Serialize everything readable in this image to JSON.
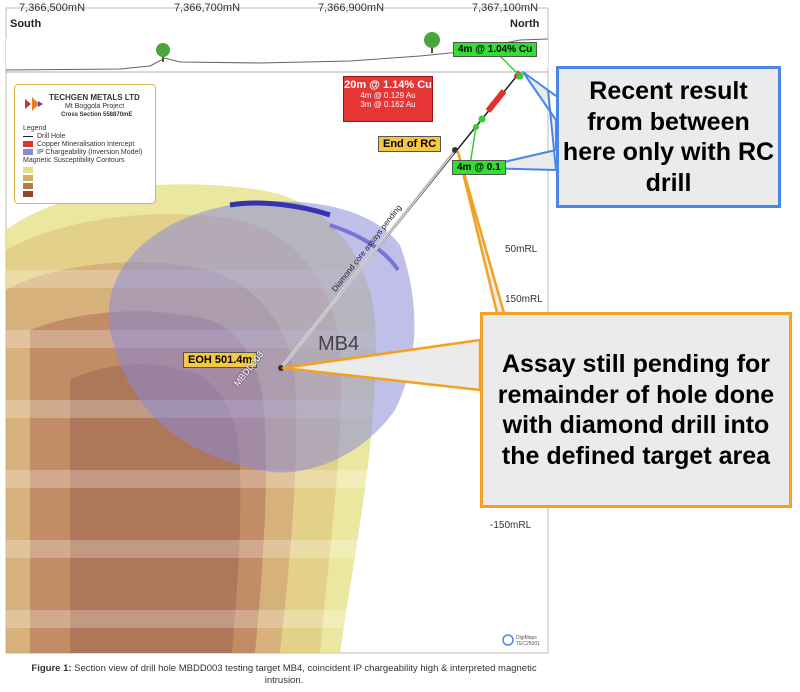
{
  "top_axis": {
    "coordinates": [
      "7,366,500mN",
      "7,366,700mN",
      "7,366,900mN",
      "7,367,100mN"
    ],
    "south_label": "South",
    "north_label": "North"
  },
  "rl_labels": [
    "50mRL",
    "150mRL",
    "-150mRL"
  ],
  "legend": {
    "company": "TECHGEN METALS LTD",
    "project": "Mt Boggola Project",
    "section": "Cross Section 558870mE",
    "title": "Legend",
    "items": [
      "Drill Hole",
      "Copper Mineralisation Intercept",
      "IP Chargeability (Inversion Model)",
      "Magnetic Susceptibility Contours"
    ],
    "colors": {
      "drill_hole": "#222222",
      "copper": "#e03030",
      "ip": "#8a8ad8",
      "mag1": "#e6e08a",
      "mag2": "#d4b060",
      "mag3": "#b87a48",
      "mag4": "#8a4a30"
    }
  },
  "intercepts": {
    "top": "4m @ 1.04% Cu",
    "main": "20m @ 1.14% Cu",
    "sub1": "4m @ 0.129 Au",
    "sub2": "3m @ 0.162 Au",
    "lower": "4m @ 0.1"
  },
  "labels": {
    "end_rc": "End of RC",
    "eoh": "EOH 501.4m",
    "hole_id": "MBDD003",
    "pending": "Diamond core assays pending",
    "target": "MB4"
  },
  "callouts": {
    "blue": "Recent result from between here only with RC drill",
    "orange": "Assay still pending for remainder of hole done with diamond drill into the defined target area"
  },
  "caption": {
    "bold": "Figure 1:",
    "text": " Section view of drill hole MBDD003 testing target MB4, coincident IP chargeability high & interpreted magnetic intrusion."
  },
  "footer_logo": "DigiMaps TEC25001"
}
